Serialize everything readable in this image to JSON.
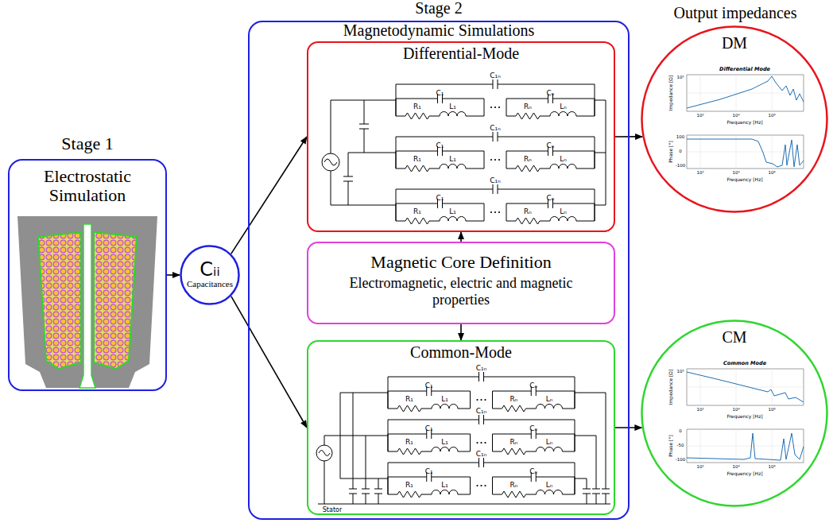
{
  "diagram": {
    "nodes": [
      {
        "text": [
          "Stage 1",
          "Electrostatic Simulation"
        ]
      },
      {
        "text": [
          "Cᵢᵢ",
          "Capacitances"
        ]
      },
      {
        "text": [
          "Stage 2",
          "Magnetodynamic Simulations"
        ]
      },
      {
        "text": [
          "Differential-Mode"
        ],
        "in": 2
      },
      {
        "text": [
          "Magnetic Core Definition",
          "Electromagnetic, electric and magnetic properties"
        ],
        "in": 2
      },
      {
        "text": [
          "Common-Mode"
        ],
        "in": 2
      },
      {
        "text": [
          "DM"
        ]
      },
      {
        "text": [
          "CM"
        ]
      }
    ],
    "edges": [
      {
        "from": 0,
        "to": 1,
        "arrow": "to"
      },
      {
        "from": 1,
        "to": 3,
        "arrow": "to"
      },
      {
        "from": 1,
        "to": 5,
        "arrow": "to"
      },
      {
        "from": 4,
        "to": 3,
        "arrow": "to"
      },
      {
        "from": 4,
        "to": 5,
        "arrow": "to"
      },
      {
        "from": 3,
        "to": 6,
        "arrow": "to"
      },
      {
        "from": 5,
        "to": 7,
        "arrow": "to"
      }
    ],
    "labels": [
      "Output impedances",
      "C₁ₙ",
      "C₁",
      "Cₙ",
      "R₁",
      "L₁",
      "Rₙ",
      "Lₙ",
      "C₁ₙ",
      "C₁",
      "Cₙ",
      "R₁",
      "L₁",
      "Rₙ",
      "Lₙ",
      "C₁ₙ",
      "C₁",
      "Cₙ",
      "R₁",
      "L₁",
      "Rₙ",
      "Lₙ",
      "C₁ₙ",
      "C₁",
      "Cₙ",
      "R₁",
      "L₁",
      "Rₙ",
      "Lₙ",
      "C₁ₙ",
      "C₁",
      "Cₙ",
      "R₁",
      "L₁",
      "Rₙ",
      "Lₙ",
      "C₁ₙ",
      "C₁",
      "Cₙ",
      "R₁",
      "L₁",
      "Rₙ",
      "Lₙ",
      "Stator",
      "Differential Mode",
      "Impedance [Ω]",
      "10⁵",
      "10²",
      "10⁴",
      "10⁶",
      "Frequency [Hz]",
      "Phase [°]",
      "100",
      "0",
      "-100",
      "10²",
      "10⁴",
      "10⁶",
      "Frequency [Hz]",
      "Common Mode",
      "Impedance [Ω]",
      "10⁵",
      "10²",
      "10⁴",
      "10⁶",
      "Frequency [Hz]",
      "Phase [°]",
      "0",
      "-50",
      "-100",
      "10²",
      "10⁴",
      "10⁶",
      "Frequency [Hz]"
    ]
  }
}
